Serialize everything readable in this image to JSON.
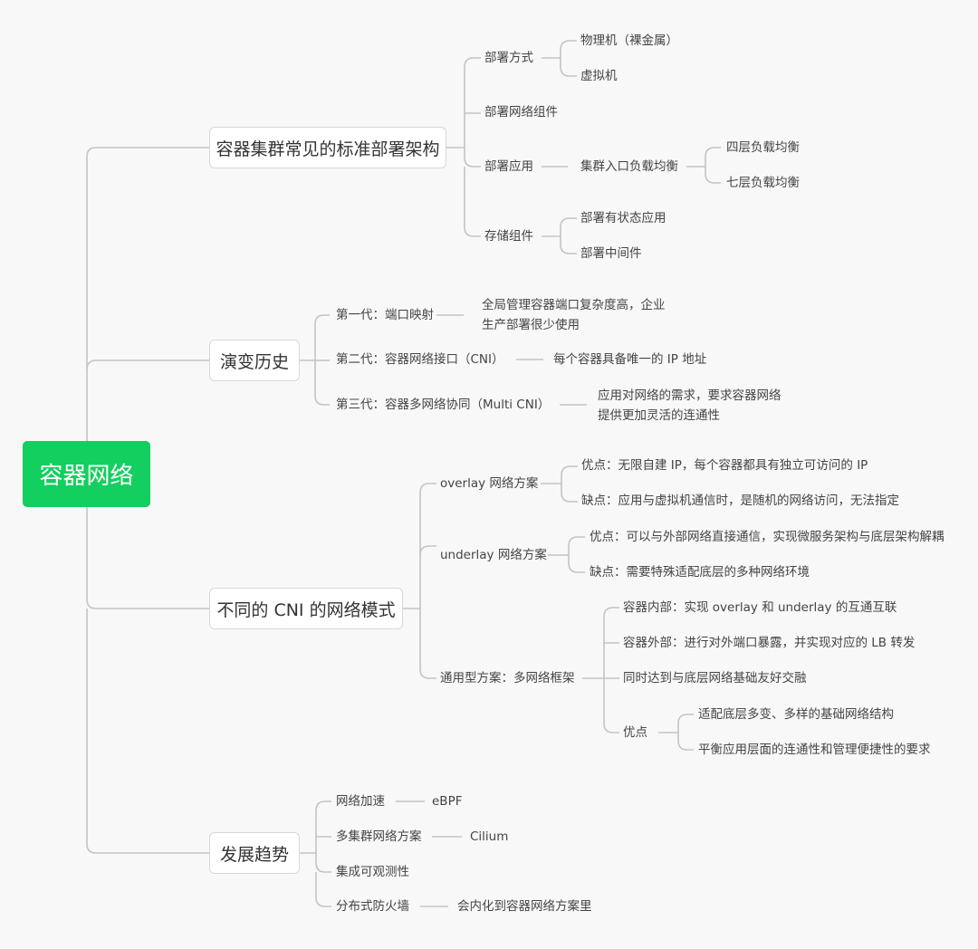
{
  "root": {
    "label": "容器网络",
    "color": "#13cf5f"
  },
  "branches": [
    {
      "label": "容器集群常见的标准部署架构",
      "children": [
        {
          "label": "部署方式",
          "children": [
            {
              "label": "物理机（裸金属）"
            },
            {
              "label": "虚拟机"
            }
          ]
        },
        {
          "label": "部署网络组件"
        },
        {
          "label": "部署应用",
          "children": [
            {
              "label": "集群入口负载均衡",
              "children": [
                {
                  "label": "四层负载均衡"
                },
                {
                  "label": "七层负载均衡"
                }
              ]
            }
          ]
        },
        {
          "label": "存储组件",
          "children": [
            {
              "label": "部署有状态应用"
            },
            {
              "label": "部署中间件"
            }
          ]
        }
      ]
    },
    {
      "label": "演变历史",
      "children": [
        {
          "label": "第一代：端口映射",
          "children": [
            {
              "label": "全局管理容器端口复杂度高，企业",
              "label2": "生产部署很少使用"
            }
          ]
        },
        {
          "label": "第二代：容器网络接口（CNI）",
          "children": [
            {
              "label": "每个容器具备唯一的 IP 地址"
            }
          ]
        },
        {
          "label": "第三代：容器多网络协同（Multi CNI）",
          "children": [
            {
              "label": "应用对网络的需求，要求容器网络",
              "label2": "提供更加灵活的连通性"
            }
          ]
        }
      ]
    },
    {
      "label": "不同的 CNI 的网络模式",
      "children": [
        {
          "label": "overlay 网络方案",
          "children": [
            {
              "label": "优点：无限自建 IP，每个容器都具有独立可访问的 IP"
            },
            {
              "label": "缺点：应用与虚拟机通信时，是随机的网络访问，无法指定"
            }
          ]
        },
        {
          "label": "underlay 网络方案",
          "children": [
            {
              "label": "优点：可以与外部网络直接通信，实现微服务架构与底层架构解耦"
            },
            {
              "label": "缺点：需要特殊适配底层的多种网络环境"
            }
          ]
        },
        {
          "label": "通用型方案：多网络框架",
          "children": [
            {
              "label": "容器内部：实现 overlay 和 underlay 的互通互联"
            },
            {
              "label": "容器外部：进行对外端口暴露，并实现对应的 LB 转发"
            },
            {
              "label": "同时达到与底层网络基础友好交融"
            },
            {
              "label": "优点",
              "children": [
                {
                  "label": "适配底层多变、多样的基础网络结构"
                },
                {
                  "label": "平衡应用层面的连通性和管理便捷性的要求"
                }
              ]
            }
          ]
        }
      ]
    },
    {
      "label": "发展趋势",
      "children": [
        {
          "label": "网络加速",
          "children": [
            {
              "label": "eBPF"
            }
          ]
        },
        {
          "label": "多集群网络方案",
          "children": [
            {
              "label": "Cilium"
            }
          ]
        },
        {
          "label": "集成可观测性"
        },
        {
          "label": "分布式防火墙",
          "children": [
            {
              "label": "会内化到容器网络方案里"
            }
          ]
        }
      ]
    }
  ]
}
